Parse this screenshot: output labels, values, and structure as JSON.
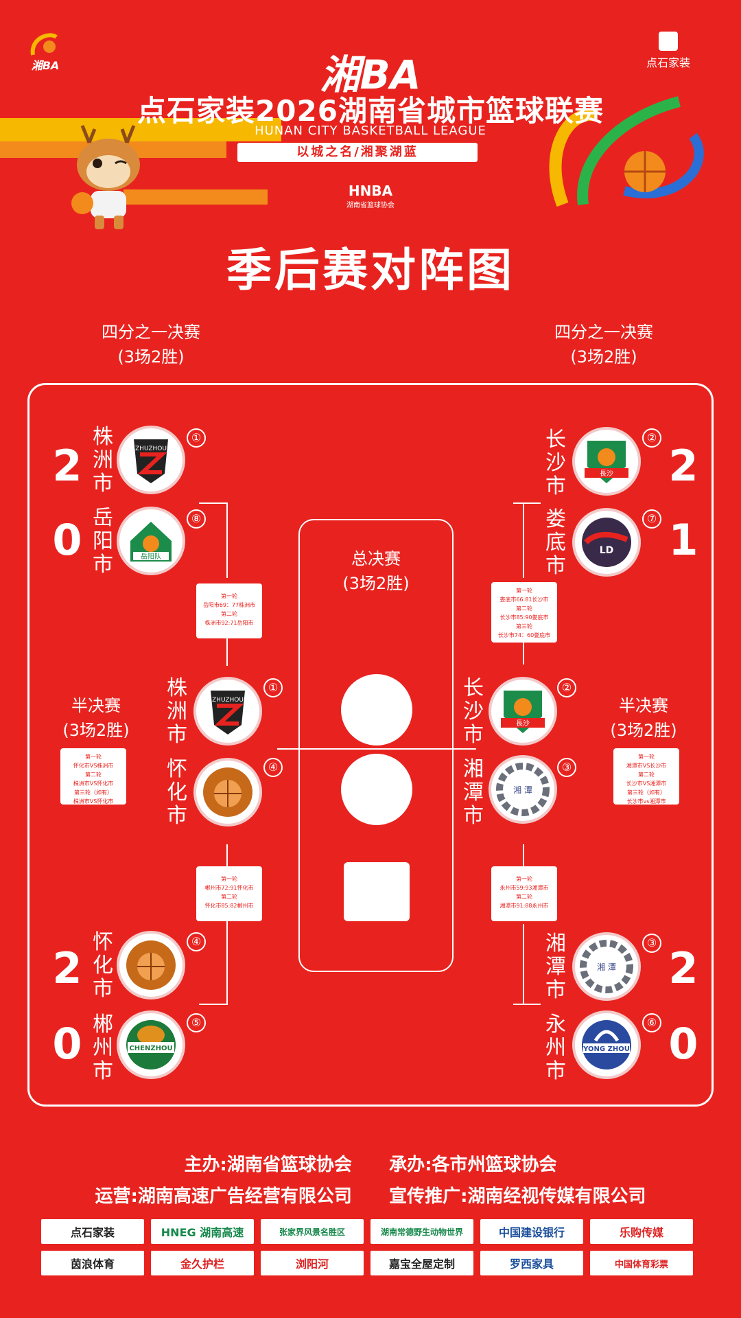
{
  "header": {
    "corner_logo_text": "湘BA",
    "brand_logo": "湘BA",
    "brand_title": "点石家装2026湖南省城市篮球联赛",
    "brand_en": "HUNAN CITY BASKETBALL LEAGUE",
    "slogan": "以城之名/湘聚湖蓝",
    "hnba": "HNBA",
    "hnba_sub": "湖南省篮球协会",
    "sponsor_corner": "点石家装",
    "page_title": "季后赛对阵图"
  },
  "labels": {
    "quarter_left": "四分之一决赛",
    "quarter_left_format": "(3场2胜)",
    "quarter_right": "四分之一决赛",
    "quarter_right_format": "(3场2胜)",
    "semi_left": "半决赛",
    "semi_left_format": "(3场2胜)",
    "semi_right": "半决赛",
    "semi_right_format": "(3场2胜)",
    "final": "总决赛",
    "final_format": "(3场2胜)"
  },
  "quarterfinals": {
    "left_top": [
      {
        "city": "株洲市",
        "seed": "①",
        "score": "2",
        "logo": "zhuzhou-logo"
      },
      {
        "city": "岳阳市",
        "seed": "⑧",
        "score": "0",
        "logo": "yueyang-logo"
      }
    ],
    "left_bottom": [
      {
        "city": "怀化市",
        "seed": "④",
        "score": "2",
        "logo": "huaihua-logo"
      },
      {
        "city": "郴州市",
        "seed": "⑤",
        "score": "0",
        "logo": "chenzhou-logo"
      }
    ],
    "right_top": [
      {
        "city": "长沙市",
        "seed": "②",
        "score": "2",
        "logo": "changsha-logo"
      },
      {
        "city": "娄底市",
        "seed": "⑦",
        "score": "1",
        "logo": "loudi-logo"
      }
    ],
    "right_bottom": [
      {
        "city": "湘潭市",
        "seed": "③",
        "score": "2",
        "logo": "xiangtan-logo"
      },
      {
        "city": "永州市",
        "seed": "⑥",
        "score": "0",
        "logo": "yongzhou-logo"
      }
    ]
  },
  "semifinals": {
    "left": [
      {
        "city": "株洲市",
        "seed": "①"
      },
      {
        "city": "怀化市",
        "seed": "④"
      }
    ],
    "right": [
      {
        "city": "长沙市",
        "seed": "②"
      },
      {
        "city": "湘潭市",
        "seed": "③"
      }
    ]
  },
  "notes": {
    "qf_left_top": [
      "第一轮",
      "岳阳市69：77株洲市",
      "第二轮",
      "株洲市92:71岳阳市"
    ],
    "qf_left_bottom": [
      "第一轮",
      "郴州市72:91怀化市",
      "第二轮",
      "怀化市85:82郴州市"
    ],
    "qf_right_top": [
      "第一轮",
      "娄底市66:81长沙市",
      "第二轮",
      "长沙市85:90娄底市",
      "第三轮",
      "长沙市74：60娄底市"
    ],
    "qf_right_bottom": [
      "第一轮",
      "永州市59:93湘潭市",
      "第二轮",
      "湘潭市91:88永州市"
    ],
    "semi_left": [
      "第一轮",
      "怀化市VS株洲市",
      "第二轮",
      "株洲市VS怀化市",
      "第三轮（如有）",
      "株洲市VS怀化市"
    ],
    "semi_right": [
      "第一轮",
      "湘潭市VS长沙市",
      "第二轮",
      "长沙市VS湘潭市",
      "第三轮（如有）",
      "长沙市vs湘潭市"
    ]
  },
  "footer": {
    "line1_a": "主办:湖南省篮球协会",
    "line1_b": "承办:各市州篮球协会",
    "line2_a": "运营:湖南高速广告经营有限公司",
    "line2_b": "宣传推广:湖南经视传媒有限公司",
    "sponsors_row1": [
      "点石家装",
      "HNEG 湖南高速",
      "张家界风景名胜区",
      "湖南常德野生动物世界",
      "中国建设银行",
      "乐购传媒"
    ],
    "sponsors_row2": [
      "茵浪体育",
      "金久护栏",
      "浏阳河",
      "嘉宝全屋定制",
      "罗西家具",
      "中国体育彩票"
    ]
  },
  "colors": {
    "background": "#e8231f",
    "stripe_yellow": "#f6b800",
    "stripe_orange": "#f38a1c",
    "text": "#ffffff"
  }
}
